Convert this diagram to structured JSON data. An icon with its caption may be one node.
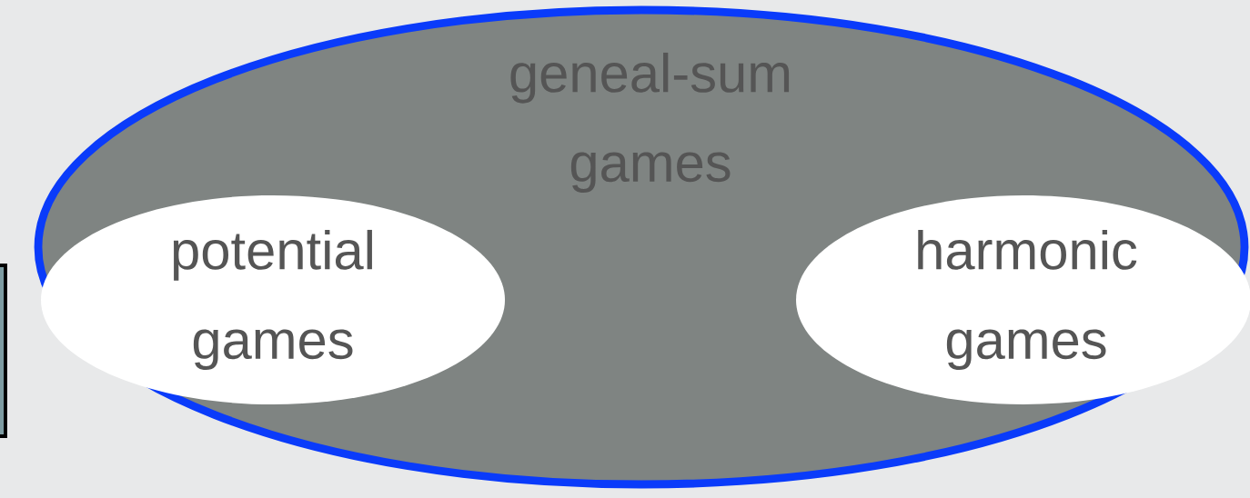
{
  "diagram": {
    "nodes": [
      {
        "text": [
          "geneal-sum games"
        ]
      },
      {
        "text": [
          "potential games"
        ],
        "in": 0
      },
      {
        "text": [
          "harmonic games"
        ],
        "in": 0
      }
    ]
  }
}
